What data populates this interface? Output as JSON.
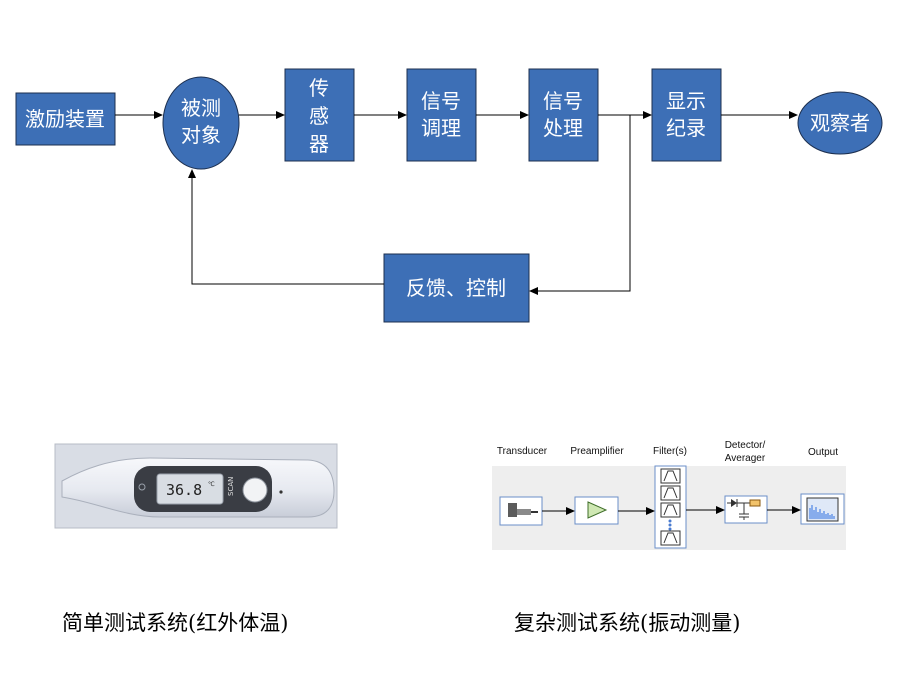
{
  "diagram": {
    "excitation": "激励装置",
    "object": [
      "被测",
      "对象"
    ],
    "sensor": [
      "传",
      "感",
      "器"
    ],
    "signal_conditioning": [
      "信号",
      "调理"
    ],
    "signal_processing": [
      "信号",
      "处理"
    ],
    "display_record": [
      "显示",
      "纪录"
    ],
    "observer": "观察者",
    "feedback": "反馈、控制"
  },
  "thermometer": {
    "reading": "36.8",
    "unit": "℃",
    "scan": "SCAN"
  },
  "vibration": {
    "labels": [
      "Transducer",
      "Preamplifier",
      "Filter(s)",
      "Detector/",
      "Averager",
      "Output"
    ]
  },
  "captions": {
    "simple": "简单测试系统(红外体温)",
    "complex": "复杂测试系统(振动测量)"
  },
  "colors": {
    "block_fill": "#3d6fb6",
    "block_stroke": "#1c2f4f",
    "arrow": "#000000"
  }
}
